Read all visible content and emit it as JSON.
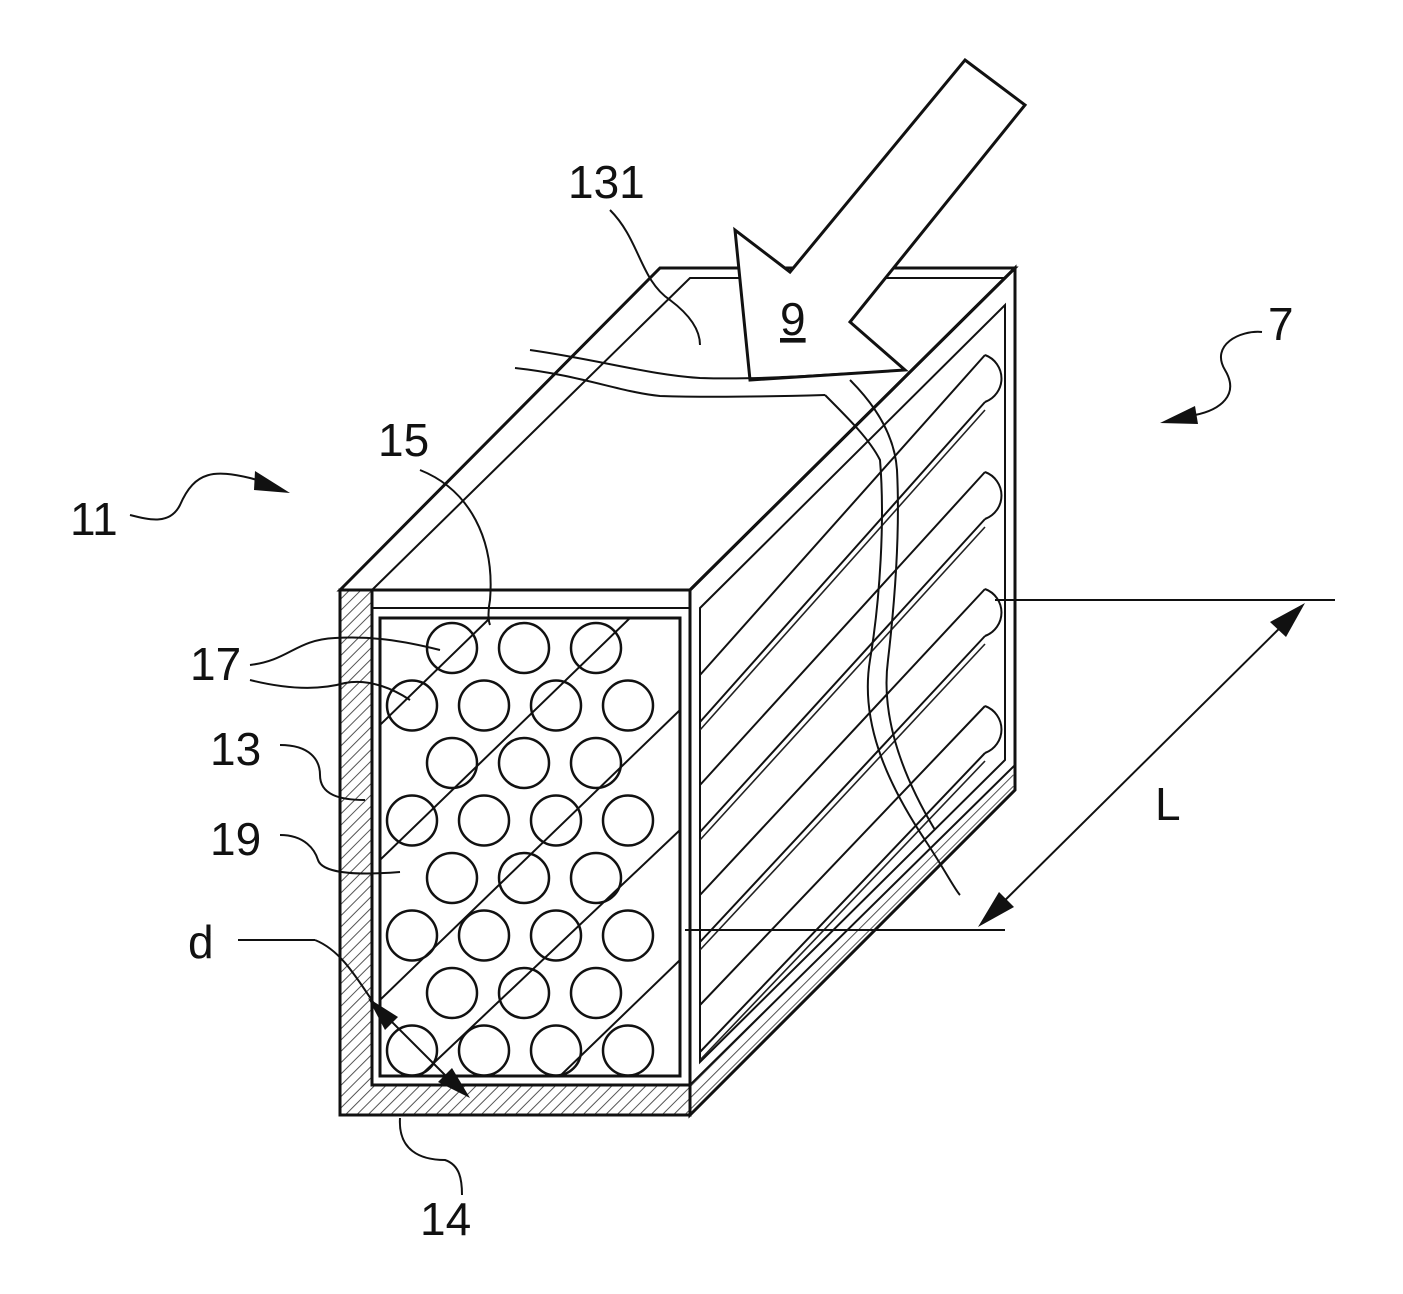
{
  "figure": {
    "labels": {
      "module_ref": "7",
      "inlet_flow_ref": "9",
      "housing_ref": "11",
      "bundle_ref": "13",
      "outer_wall_ref": "14",
      "inner_wall_ref": "15",
      "fiber_ref": "17",
      "gap_ref": "19",
      "top_face_ref": "131",
      "length_symbol": "L",
      "diameter_symbol": "d"
    },
    "fiber_grid": {
      "rows": 8,
      "columns": 4
    },
    "side_tubes": 4
  },
  "colors": {
    "ink": "#111111",
    "paper": "#ffffff",
    "hatch": "#555555"
  }
}
